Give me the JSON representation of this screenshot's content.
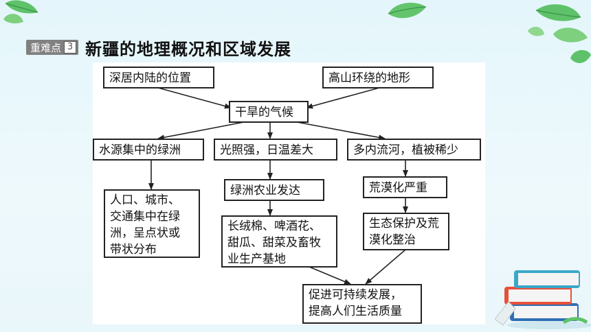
{
  "header": {
    "tag_label": "重难点",
    "tag_number": "3",
    "title": "新疆的地理概况和区域发展"
  },
  "diagram": {
    "nodes": {
      "inland": "深居内陆的位置",
      "mountains": "高山环绕的地形",
      "climate": "干旱的气候",
      "oasis": "水源集中的绿洲",
      "sunshine": "光照强，日温差大",
      "rivers": "多内流河，植被稀少",
      "population": "人口、城市、\n交通集中在绿\n洲，呈点状或\n带状分布",
      "agriculture": "绿洲农业发达",
      "products": "长绒棉、啤酒花、\n甜瓜、甜菜及畜牧\n业生产基地",
      "desertification": "荒漠化严重",
      "protection": "生态保护及荒\n漠化整治",
      "sustainable": "促进可持续发展，\n提高人们生活质量"
    }
  }
}
